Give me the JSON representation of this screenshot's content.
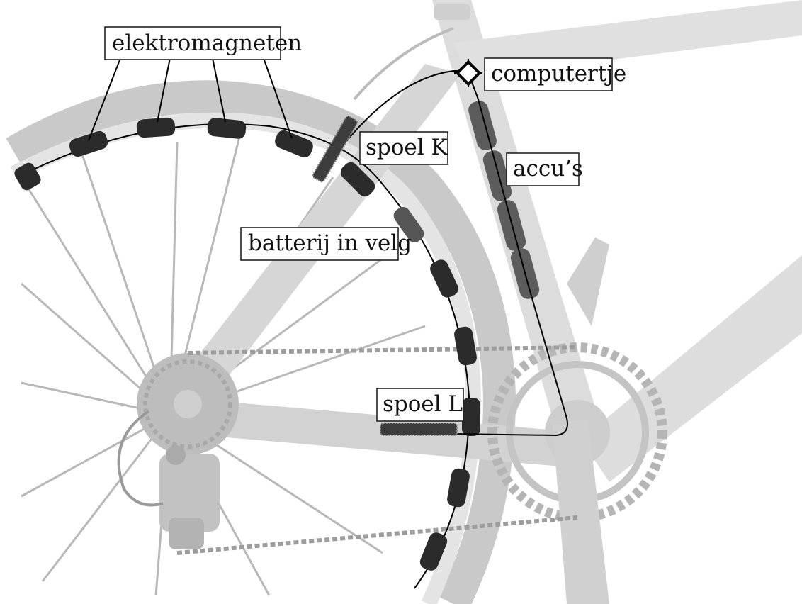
{
  "labels": {
    "electromagnets": "elektromagneten",
    "computer": "computertje",
    "coil_k": "spoel K",
    "batteries": "accu’s",
    "rim_battery": "batterij in velg",
    "coil_l": "spoel L"
  },
  "colors": {
    "frame": "#dcdcdc",
    "frame_shade": "#c9c9c9",
    "tire": "#c8c8c8",
    "spoke": "#b5b5b5",
    "magnet": "#2b2b2b",
    "accu": "#5a5a5a",
    "wire": "#000000",
    "chain": "#9a9a9a",
    "gear": "#bdbdbd"
  },
  "icons": {
    "computer": "chip-icon"
  }
}
